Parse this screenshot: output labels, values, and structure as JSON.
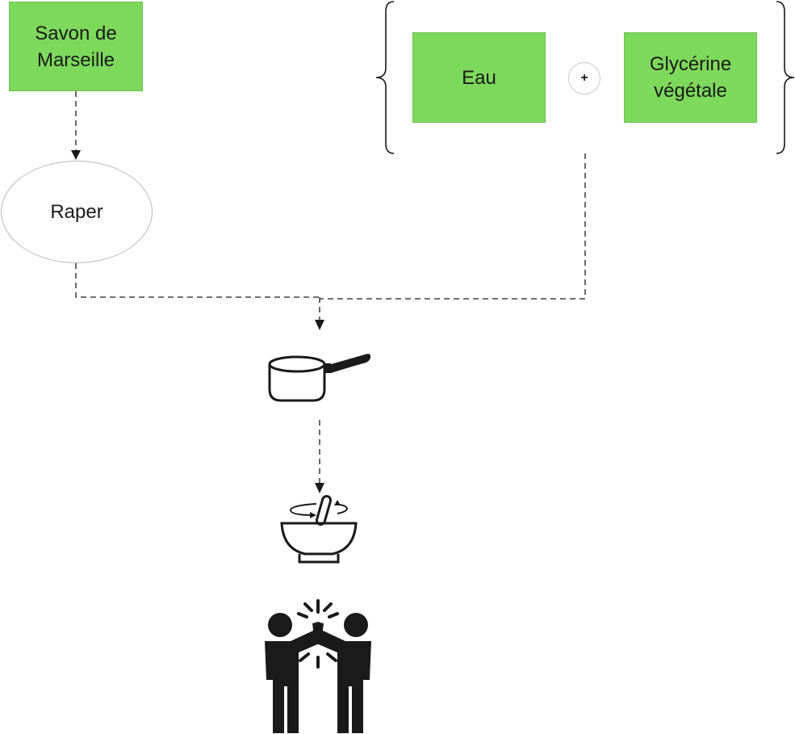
{
  "nodes": {
    "savon": {
      "line1": "Savon de",
      "line2": "Marseille"
    },
    "eau": "Eau",
    "glycerine": {
      "line1": "Glycérine",
      "line2": "végétale"
    },
    "raper": "Raper",
    "plus": "+"
  },
  "icons": [
    "saucepan-icon",
    "mixing-bowl-icon",
    "high-five-icon"
  ],
  "colors": {
    "green": "#7dd95b",
    "connector": "#1a1a1a"
  }
}
